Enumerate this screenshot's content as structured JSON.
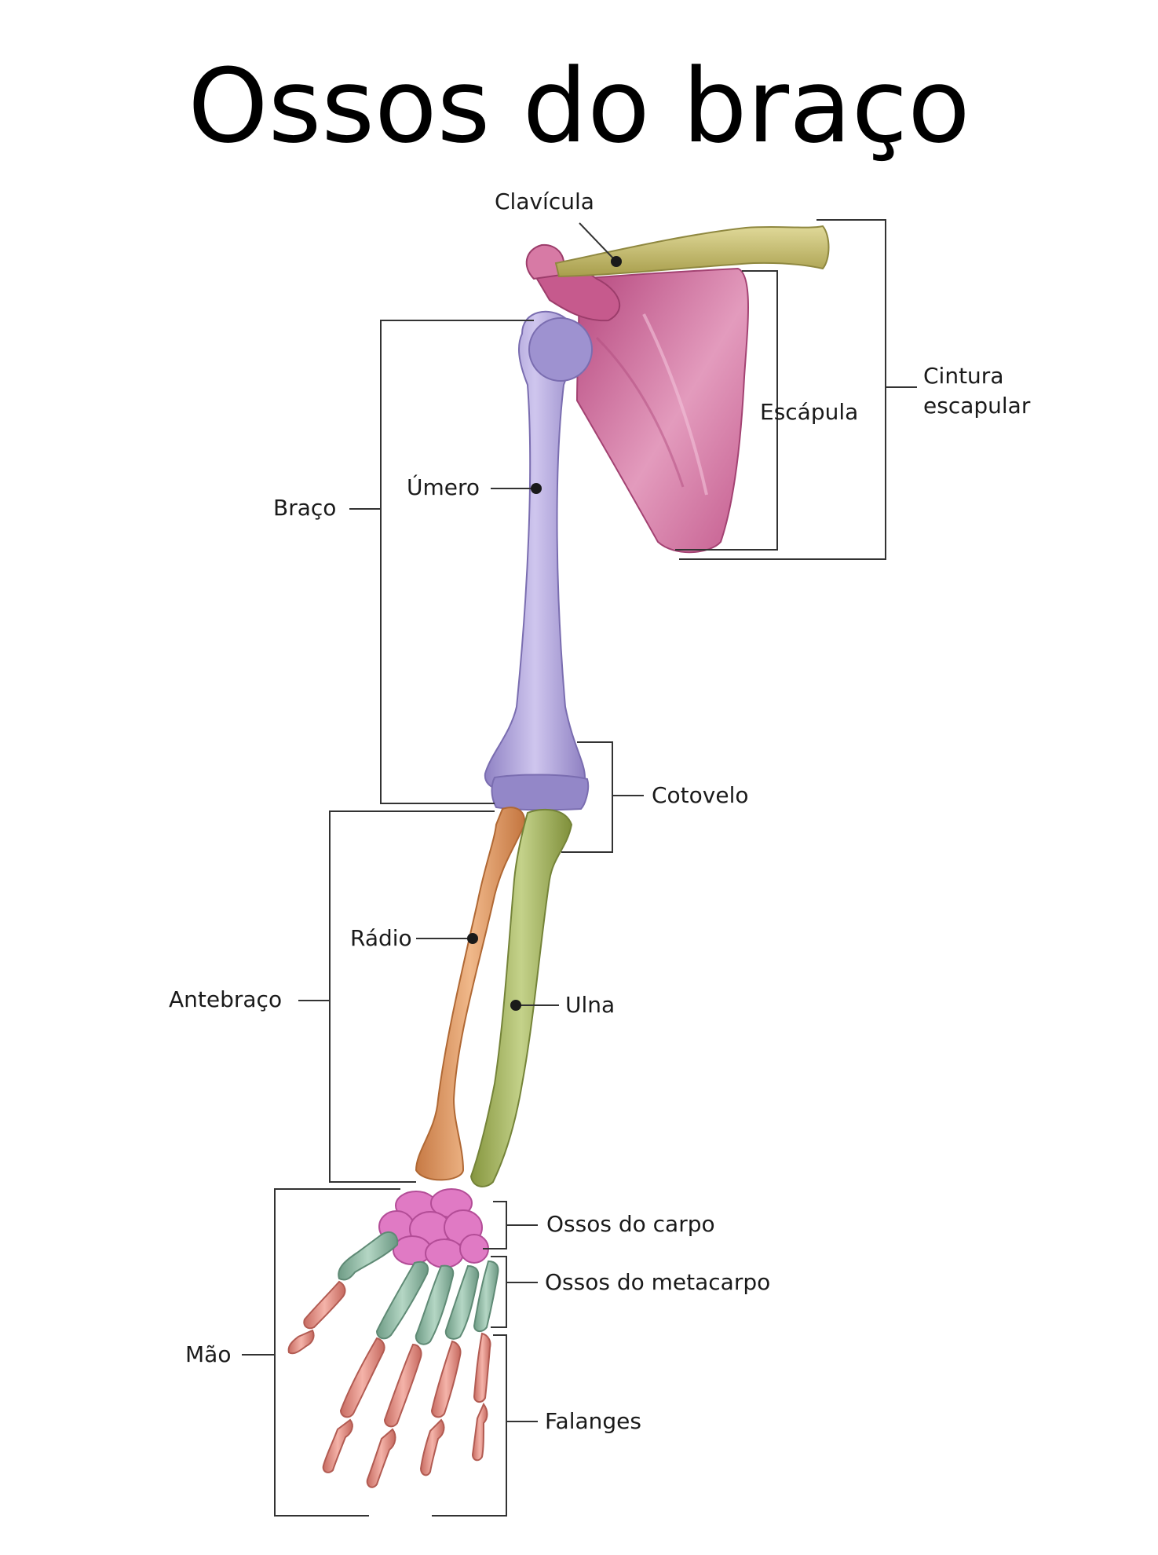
{
  "title": "Ossos do braço",
  "labels": {
    "clavicula": "Clavícula",
    "cintura_1": "Cintura",
    "cintura_2": "escapular",
    "escapula": "Escápula",
    "umero": "Úmero",
    "braco": "Braço",
    "cotovelo": "Cotovelo",
    "radio": "Rádio",
    "antebraco": "Antebraço",
    "ulna": "Ulna",
    "carpo": "Ossos do carpo",
    "metacarpo": "Ossos do metacarpo",
    "mao": "Mão",
    "falanges": "Falanges"
  },
  "colors": {
    "clavicle": "#c9c171",
    "scapula": "#cf6f9c",
    "humerus": "#b3a6d9",
    "radius": "#e0a070",
    "ulna": "#a8b864",
    "carpals": "#e07ac4",
    "metacarpals": "#8fb9a4",
    "phalanges": "#e48f84",
    "leader": "#333333"
  }
}
